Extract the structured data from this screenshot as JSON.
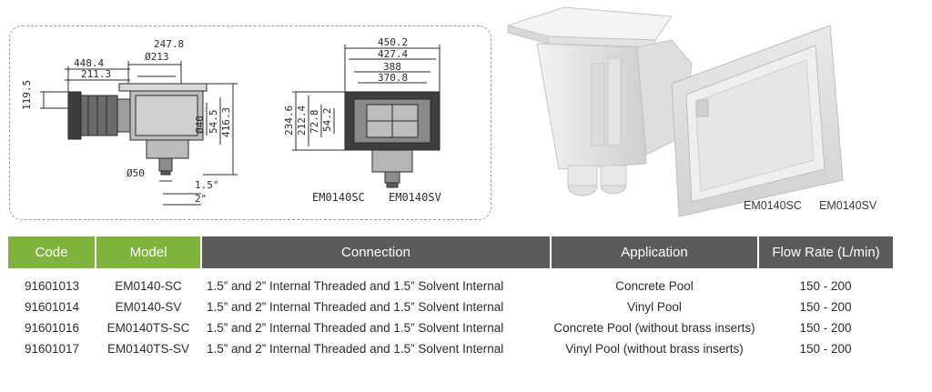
{
  "drawing": {
    "side_dims": {
      "d1": "247.8",
      "d2": "Ø213",
      "d3": "448.4",
      "d4": "211.3",
      "d5": "119.5",
      "d6": "Ø40",
      "d7": "54.5",
      "d8": "416.3",
      "d9": "Ø50",
      "d10": "1.5\"",
      "d11": "2\""
    },
    "front_dims": {
      "w1": "450.2",
      "w2": "427.4",
      "w3": "388",
      "w4": "370.8",
      "h1": "234.6",
      "h2": "212.4",
      "h3": "72.8",
      "h4": "54.2"
    },
    "caption_left": "EM0140SC",
    "caption_right": "EM0140SV"
  },
  "photo": {
    "caption_left": "EM0140SC",
    "caption_right": "EM0140SV"
  },
  "table": {
    "headers": {
      "code": "Code",
      "model": "Model",
      "connection": "Connection",
      "application": "Application",
      "flow": "Flow Rate (L/min)"
    },
    "rows": [
      {
        "code": "91601013",
        "model": "EM0140-SC",
        "connection": "1.5” and 2” Internal Threaded and 1.5” Solvent Internal",
        "application": "Concrete Pool",
        "flow": "150 - 200"
      },
      {
        "code": "91601014",
        "model": "EM0140-SV",
        "connection": "1.5” and 2” Internal Threaded and 1.5” Solvent Internal",
        "application": "Vinyl Pool",
        "flow": "150 - 200"
      },
      {
        "code": "91601016",
        "model": "EM0140TS-SC",
        "connection": "1.5” and 2” Internal Threaded and 1.5” Solvent Internal",
        "application": "Concrete Pool (without brass inserts)",
        "flow": "150 - 200"
      },
      {
        "code": "91601017",
        "model": "EM0140TS-SV",
        "connection": "1.5” and 2” Internal Threaded and 1.5” Solvent Internal",
        "application": "Vinyl Pool (without brass inserts)",
        "flow": "150 - 200"
      }
    ]
  }
}
